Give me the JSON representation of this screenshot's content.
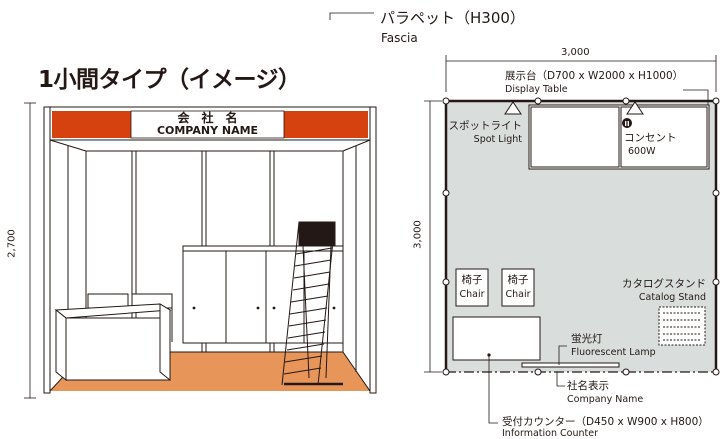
{
  "title": "1小間タイプ（イメージ）",
  "fascia": {
    "jp": "パラペット（H300）",
    "en": "Fascia"
  },
  "sign": {
    "jp": "会　社　名",
    "en": "COMPANY NAME"
  },
  "dims": {
    "height": "2,700",
    "width": "3,000",
    "depth": "3,000"
  },
  "display_table": {
    "jp": "展示台（D700 x W2000 x H1000）",
    "en": "Display Table"
  },
  "spot_light": {
    "jp": "スポットライト",
    "en": "Spot Light"
  },
  "outlet": {
    "jp": "コンセント",
    "en": "600W"
  },
  "chair1": {
    "jp": "椅子",
    "en": "Chair"
  },
  "chair2": {
    "jp": "椅子",
    "en": "Chair"
  },
  "catalog_stand": {
    "jp": "カタログスタンド",
    "en": "Catalog Stand"
  },
  "lamp": {
    "jp": "蛍光灯",
    "en": "Fluorescent Lamp"
  },
  "company_name": {
    "jp": "社名表示",
    "en": "Company Name"
  },
  "counter": {
    "jp": "受付カウンター（D450 x W900 x H800）",
    "en": "Information Counter"
  },
  "colors": {
    "fascia_red": "#d5410f",
    "floor": "#e8955a",
    "plan_fill": "#d9dedd",
    "ink": "#231815"
  }
}
